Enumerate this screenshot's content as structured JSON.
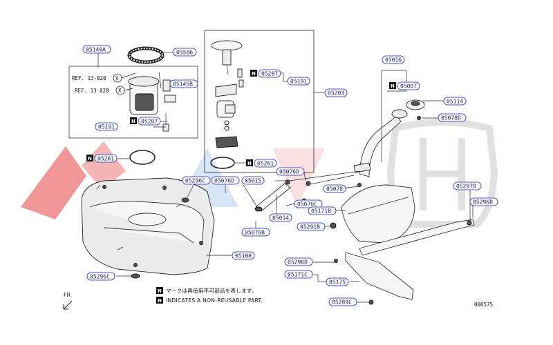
{
  "diagram_code": "000575",
  "parts": {
    "p05140A": "05140A",
    "p05586": "05586",
    "p05145B": "05145B",
    "p05287a": "05287",
    "p05191a": "05191",
    "p05261a": "05261",
    "p05203": "05203",
    "p05287b": "05287",
    "p05191b": "05191",
    "p05261b": "05261",
    "p05016": "05016",
    "p05007": "05007",
    "p05114": "05114",
    "p05078D": "05078D",
    "p05076D_a": "05076D",
    "p05078": "05078",
    "p05296C_a": "05296C",
    "p05076D_b": "05076D",
    "p05015": "05015",
    "p05076C": "05076C",
    "p05171B": "05171B",
    "p05014": "05014",
    "p05291B": "05291B",
    "p05076B": "05076B",
    "p05297B": "05297B",
    "p05296B": "05296B",
    "p05100": "05100",
    "p05296C_b": "05296C",
    "p05296D": "05296D",
    "p05171C": "05171C",
    "p05175": "05175",
    "p05289C": "05289C"
  },
  "refs": {
    "ref_v": "REF. 13-020",
    "ref_v_symbol": "V",
    "ref_x": "REF. 13 020",
    "ref_x_symbol": "X"
  },
  "badge": "N",
  "notes": {
    "jp": "マークは再使用不可部品を表します。",
    "en": "INDICATES A NON-REUSABLE PART."
  },
  "fr_label": "FR",
  "colors": {
    "label_border": "#4b52c8",
    "label_text": "#1a1a6e",
    "watermark_red": "#e02020",
    "watermark_blue": "#2a7fd6",
    "watermark_gray": "#c8c8c8"
  },
  "watermark_brand": "hond-emblem"
}
